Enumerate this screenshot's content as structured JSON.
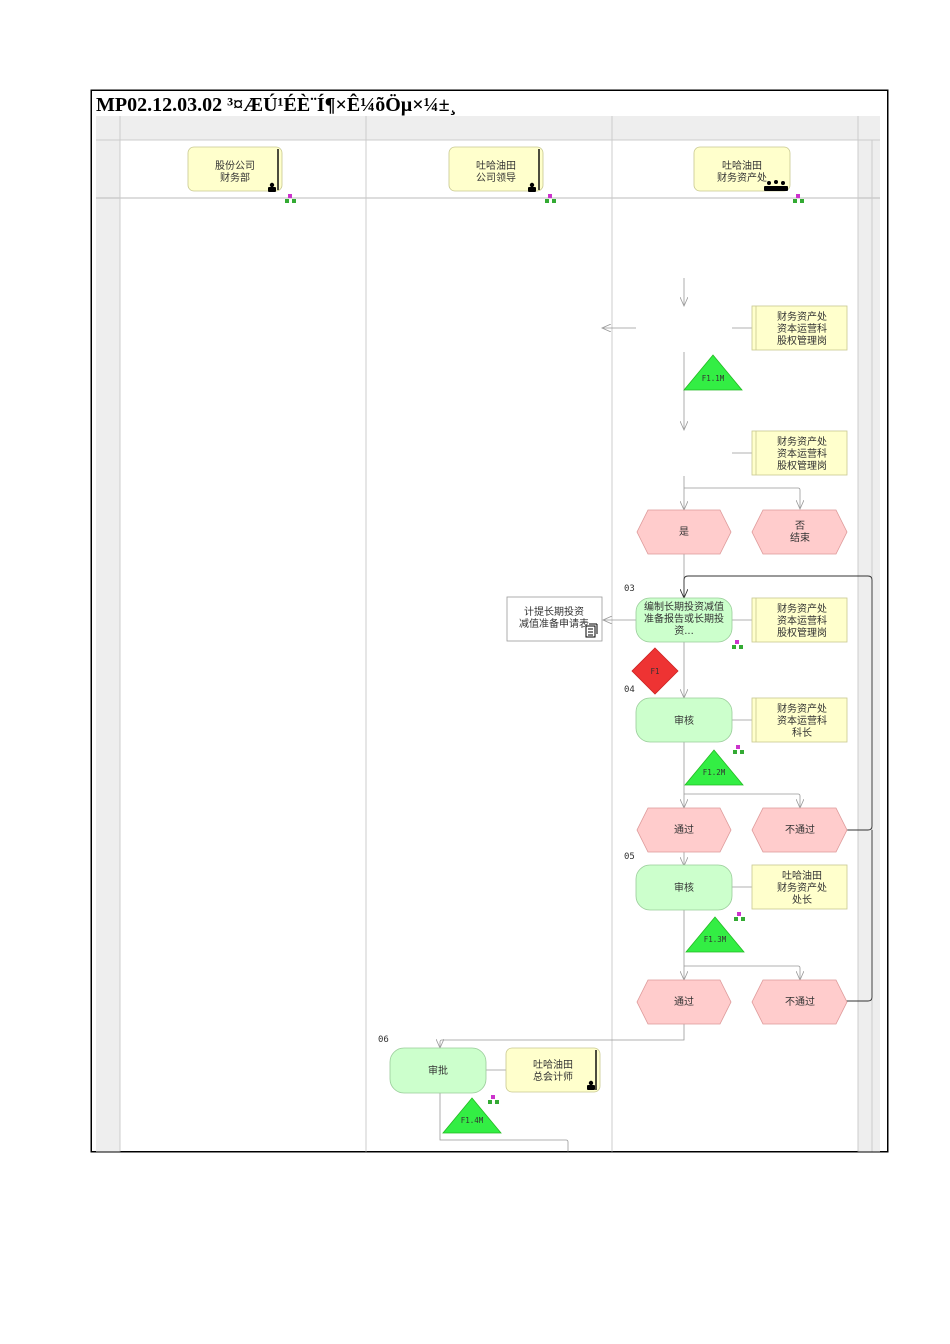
{
  "title": "MP02.12.03.02 ³¤ÆÚ¹ÉÈ¨Í¶×Ê¼õÖµ×¼±¸",
  "lanes": [
    {
      "id": "lane-1",
      "role": "股份公司\n财务部"
    },
    {
      "id": "lane-2",
      "role": "吐哈油田\n公司领导"
    },
    {
      "id": "lane-3",
      "role": "吐哈油田\n财务资产处"
    }
  ],
  "roles": {
    "r1": "财务资产处\n资本运营科\n股权管理岗",
    "r2": "财务资产处\n资本运营科\n股权管理岗",
    "r3": "财务资产处\n资本运营科\n股权管理岗",
    "r4": "财务资产处\n资本运营科\n科长",
    "r5": "吐哈油田\n财务资产处\n处长",
    "r6": "吐哈油田\n总会计师"
  },
  "events": {
    "yes": "是",
    "no": "否\n结束",
    "pass1": "通过",
    "fail1": "不通过",
    "pass2": "通过",
    "fail2": "不通过"
  },
  "steps": {
    "s03": {
      "num": "03",
      "label": "编制长期投资减值\n准备报告或长期投\n资..."
    },
    "s04": {
      "num": "04",
      "label": "审核"
    },
    "s05": {
      "num": "05",
      "label": "审核"
    },
    "s06": {
      "num": "06",
      "label": "审批"
    }
  },
  "document": "计提长期投资\n减值准备申请表",
  "risk": "F1",
  "triangles": {
    "t1": "F1.1M",
    "t2": "F1.2M",
    "t3": "F1.3M",
    "t4": "F1.4M"
  },
  "colors": {
    "role_fill": "#ffffcc",
    "lane_header_fill": "#ffffcc",
    "event_fill": "#ffcccc",
    "function_fill": "#ccffcc",
    "triangle_fill": "#33ee44",
    "risk_fill": "#ee3333",
    "band": "#eeeeee"
  }
}
